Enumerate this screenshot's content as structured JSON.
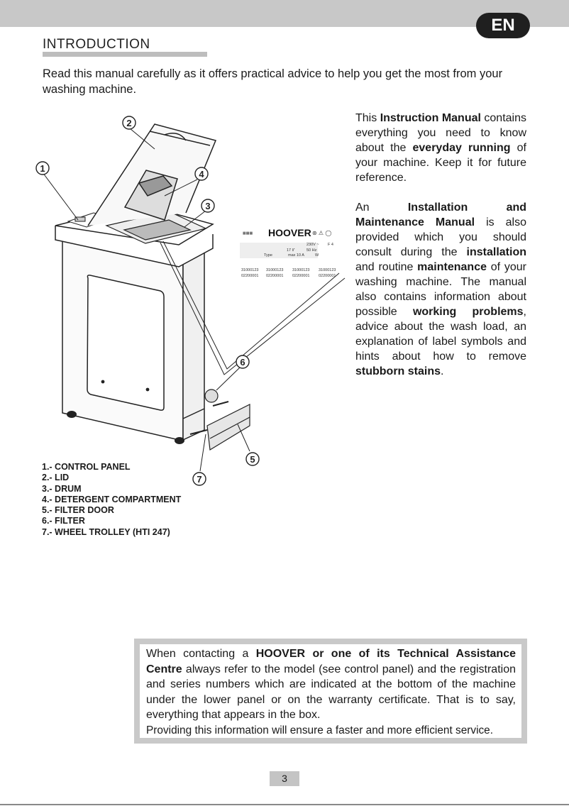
{
  "header": {
    "language_badge": "EN"
  },
  "section_title": "INTRODUCTION",
  "intro_text": "Read this manual carefully as it offers practical advice to help you get the most from your washing machine.",
  "description": {
    "p1": {
      "t1": "This ",
      "b1": "Instruction Manual",
      "t2": " contains everything you need to know about the ",
      "b2": "everyday running",
      "t3": " of your machine. Keep it for future reference."
    },
    "p2": {
      "t1": "An ",
      "b1": "Installation and Maintenance Manual",
      "t2": " is also provided which you should consult during the ",
      "b2": "installation",
      "t3": " and routine ",
      "b3": "maintenance",
      "t4": " of your washing machine. The manual also contains information about possible ",
      "b4": "working problems",
      "t5": ", advice about the wash load, an explanation of label symbols and hints about how to remove ",
      "b5": "stubborn stains",
      "t6": "."
    }
  },
  "figure": {
    "callouts": [
      "1",
      "2",
      "3",
      "4",
      "5",
      "6",
      "7"
    ],
    "label": {
      "brand": "HOOVER",
      "codes_top": [
        "31000123",
        "31000123",
        "31000123",
        "31000123"
      ],
      "codes_bottom": [
        "02200001",
        "02200001",
        "02200001",
        "02200001"
      ],
      "spec_values": [
        "230V ~",
        "F 4",
        "17 l/'",
        "50 Hz",
        "Type",
        "max 10 A",
        "W"
      ]
    }
  },
  "legend": [
    "1.- CONTROL PANEL",
    "2.- LID",
    "3.- DRUM",
    "4.- DETERGENT COMPARTMENT",
    "5.- FILTER DOOR",
    "6.- FILTER",
    "7.- WHEEL TROLLEY (HTI 247)"
  ],
  "notice": {
    "t1": "When contacting a ",
    "b1": "HOOVER or one of its Technical Assistance Centre",
    "t2": " always refer to the model (see control panel) and the registration and series numbers which are indicated at the bottom of the machine under the lower panel or on the warranty certificate. That is to say, everything that appears in the box.",
    "t3": "Providing this information will ensure a faster and more efficient service."
  },
  "page_number": "3",
  "colors": {
    "band": "#c8c8c8",
    "badge": "#1f1f1f",
    "notice_frame": "#c9c9c9"
  }
}
